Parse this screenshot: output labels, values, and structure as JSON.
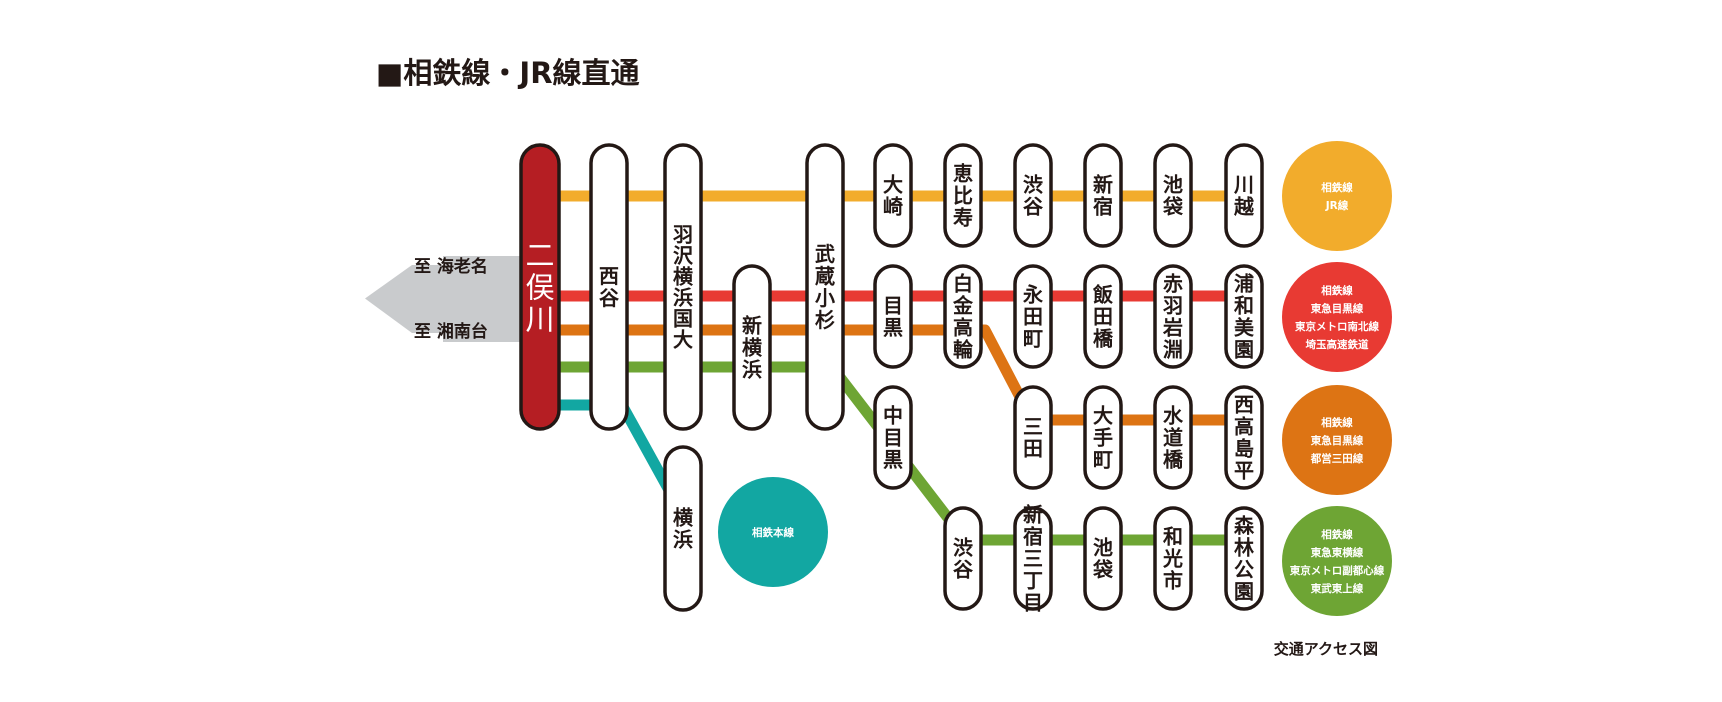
{
  "title": "■相鉄線・JR線直通",
  "caption": "交通アクセス図",
  "directions": {
    "top": "至 海老名",
    "bottom": "至 湘南台"
  },
  "colors": {
    "jr": "#f2ac2c",
    "tokyu_meguro": "#e83a33",
    "mita": "#dd7414",
    "toyoko": "#6ea534",
    "main": "#12a7a2",
    "futamatagawa": "#b51e23",
    "outline": "#231815",
    "arrow": "#c9cbcd"
  },
  "stations": {
    "futamatagawa": "二俣川",
    "nishiya": "西谷",
    "hazawa": "羽沢横浜国大",
    "shinyokohama": "新横浜",
    "musashikosugi": "武蔵小杉",
    "yokohama": "横浜",
    "osaki": "大崎",
    "ebisu": "恵比寿",
    "shibuya_jr": "渋谷",
    "shinjuku": "新宿",
    "ikebukuro_jr": "池袋",
    "kawagoe": "川越",
    "meguro": "目黒",
    "shirokanetakanawa": "白金高輪",
    "nagatacho": "永田町",
    "iidabashi": "飯田橋",
    "akabaneiwabuchi": "赤羽岩淵",
    "urawamisono": "浦和美園",
    "nakameguro": "中目黒",
    "mita": "三田",
    "otemachi": "大手町",
    "suidobashi": "水道橋",
    "nishitakashimadaira": "西高島平",
    "shibuya": "渋谷",
    "shinjukusanchome": "新宿三丁目",
    "ikebukuro": "池袋",
    "wakoshi": "和光市",
    "shinrinkoen": "森林公園"
  },
  "legend": {
    "jr": [
      "相鉄線",
      "JR線"
    ],
    "tokyu_meguro": [
      "相鉄線",
      "東急目黒線",
      "東京メトロ南北線",
      "埼玉高速鉄道"
    ],
    "mita": [
      "相鉄線",
      "東急目黒線",
      "都営三田線"
    ],
    "toyoko": [
      "相鉄線",
      "東急東横線",
      "東京メトロ副都心線",
      "東武東上線"
    ],
    "main": [
      "相鉄本線"
    ]
  }
}
